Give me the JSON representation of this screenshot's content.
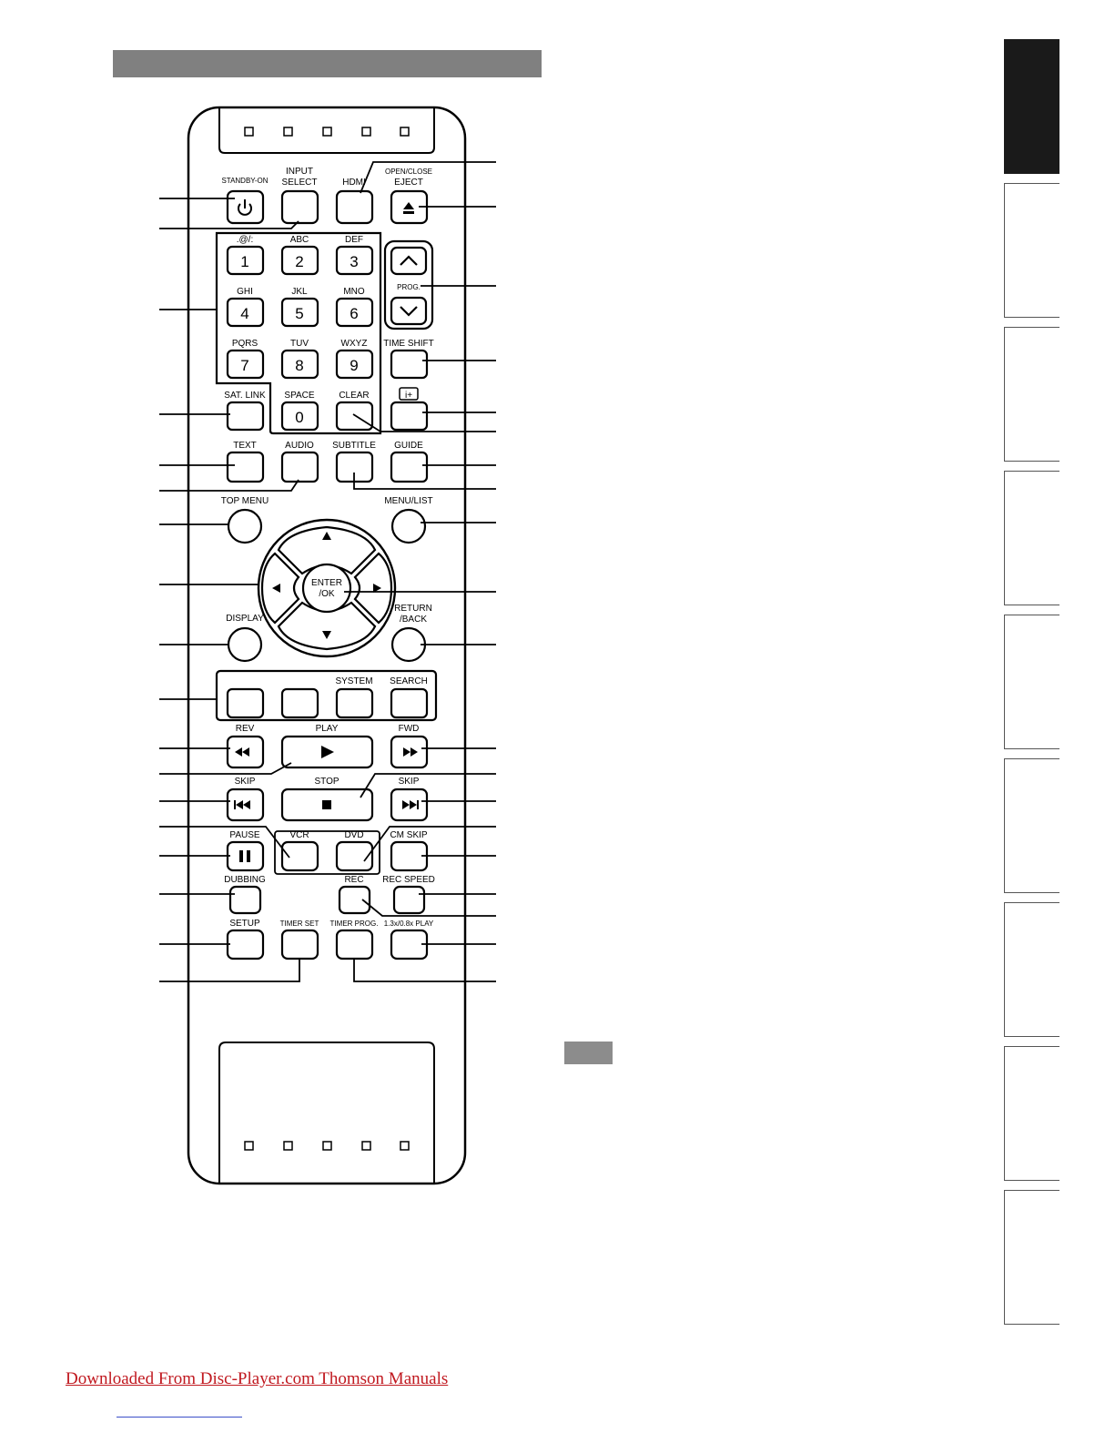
{
  "remote": {
    "standby_on": "STANDBY-ON",
    "input_select_1": "INPUT",
    "input_select_2": "SELECT",
    "hdmi": "HDMI",
    "open_close": "OPEN/CLOSE",
    "eject": "EJECT",
    "prog": "PROG.",
    "time_shift": "TIME SHIFT",
    "info_glyph": "i+",
    "sat_link": "SAT. LINK",
    "space": "SPACE",
    "space_key": "0",
    "clear": "CLEAR",
    "text": "TEXT",
    "audio": "AUDIO",
    "subtitle": "SUBTITLE",
    "guide": "GUIDE",
    "top_menu": "TOP MENU",
    "menu_list": "MENU/LIST",
    "enter_1": "ENTER",
    "enter_2": "/OK",
    "display": "DISPLAY",
    "return_1": "RETURN",
    "return_2": "/BACK",
    "system": "SYSTEM",
    "search": "SEARCH",
    "rev": "REV",
    "play": "PLAY",
    "fwd": "FWD",
    "skip_back": "SKIP",
    "stop": "STOP",
    "skip_fwd": "SKIP",
    "pause": "PAUSE",
    "vcr": "VCR",
    "dvd": "DVD",
    "cm_skip": "CM SKIP",
    "dubbing": "DUBBING",
    "rec": "REC",
    "rec_speed": "REC SPEED",
    "setup": "SETUP",
    "timer_set": "TIMER SET",
    "timer_prog": "TIMER PROG.",
    "speed_play": "1.3x/0.8x PLAY",
    "keypad": [
      {
        "letters": ".@/:",
        "digit": "1"
      },
      {
        "letters": "ABC",
        "digit": "2"
      },
      {
        "letters": "DEF",
        "digit": "3"
      },
      {
        "letters": "GHI",
        "digit": "4"
      },
      {
        "letters": "JKL",
        "digit": "5"
      },
      {
        "letters": "MNO",
        "digit": "6"
      },
      {
        "letters": "PQRS",
        "digit": "7"
      },
      {
        "letters": "TUV",
        "digit": "8"
      },
      {
        "letters": "WXYZ",
        "digit": "9"
      }
    ]
  },
  "footer": {
    "link_text": "Downloaded From Disc-Player.com Thomson Manuals"
  }
}
